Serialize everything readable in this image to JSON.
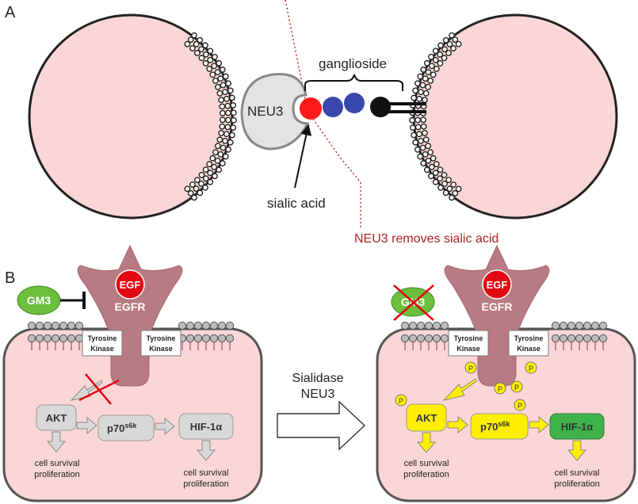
{
  "panel_a": {
    "label": "A",
    "enzyme": "NEU3",
    "ganglioside_label": "ganglioside",
    "sialic_acid_label": "sialic acid",
    "caption": "NEU3 removes sialic acid"
  },
  "panel_b": {
    "label": "B",
    "gm3": "GM3",
    "egf": "EGF",
    "egfr": "EGFR",
    "kinase_line1": "Tyrosine",
    "kinase_line2": "Kinase",
    "akt": "AKT",
    "p70": "p70",
    "p70_sup": "s6k",
    "hif": "HIF-1α",
    "outcome_line1": "cell survival",
    "outcome_line2": "proliferation",
    "phospho": "P",
    "arrow_line1": "Sialidase",
    "arrow_line2": "NEU3"
  },
  "colors": {
    "cell": "#fbd6d6",
    "receptor": "#b87b83",
    "egf": "#e30613",
    "gm3": "#6cbf3c",
    "active": "#ffee00",
    "hif_active": "#3fb24a",
    "inactive": "#d8d8d8",
    "sialic": "#ff1a1a",
    "sugar": "#3949ab",
    "caption": "#b22222"
  }
}
